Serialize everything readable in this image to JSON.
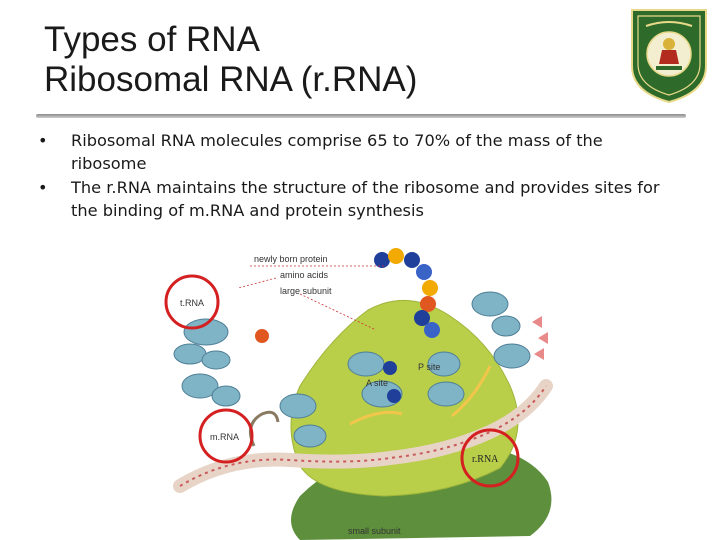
{
  "header": {
    "title_line1": "Types of RNA",
    "title_line2": "Ribosomal RNA (r.RNA)"
  },
  "bullets": [
    {
      "marker": "•",
      "text": "Ribosomal RNA molecules comprise 65 to 70% of the mass of the ribosome"
    },
    {
      "marker": "•",
      "text": "The r.RNA maintains the structure of the ribosome and provides sites for the binding of m.RNA and protein synthesis"
    }
  ],
  "diagram": {
    "labels": {
      "newly_born_protein": "newly born protein",
      "amino_acids": "amino acids",
      "large_subunit": "large subunit",
      "trna": "t.RNA",
      "p_site": "P site",
      "a_site": "A site",
      "mrna": "m.RNA",
      "rrna": "r.RNA",
      "small_subunit": "small subunit"
    },
    "colors": {
      "large_subunit": "#b9cf4a",
      "small_subunit": "#5e8f3d",
      "trna": "#7fb3c6",
      "highlight_circle": "#d42020",
      "protein_chain": [
        "#1f3f9a",
        "#f2a900",
        "#e0571f"
      ]
    }
  },
  "logo": {
    "icon": "university-seal-icon",
    "color": "#2e6b2a"
  }
}
